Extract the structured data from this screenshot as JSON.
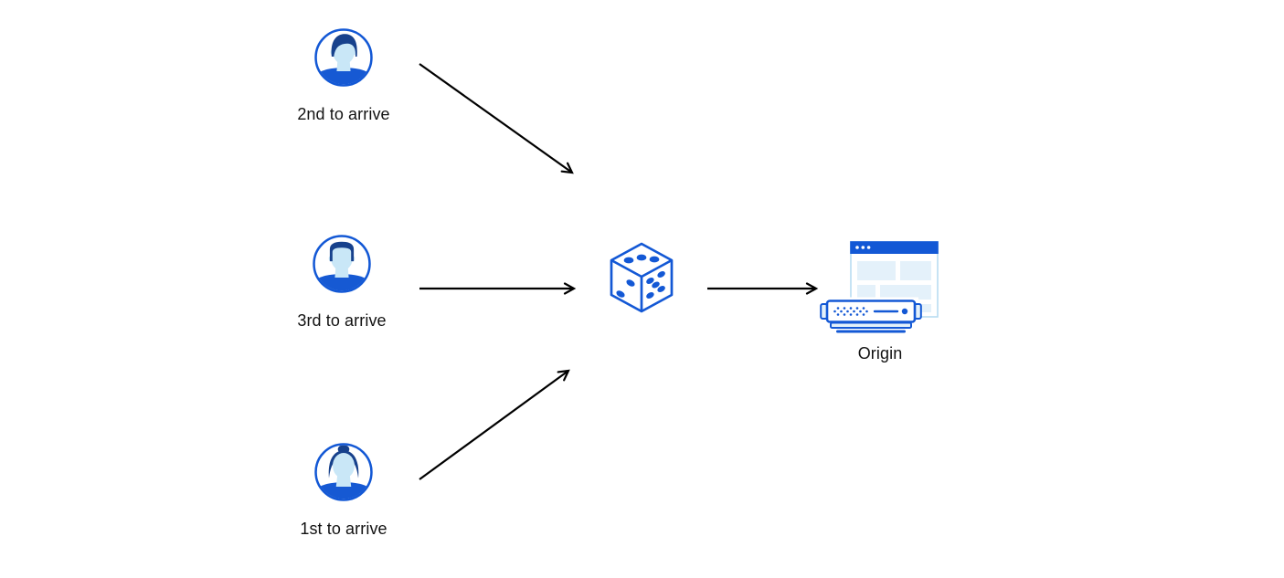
{
  "diagram": {
    "clients": [
      {
        "label": "2nd to arrive",
        "avatar": "man-side-swept-hair-avatar"
      },
      {
        "label": "3rd to arrive",
        "avatar": "man-flat-top-hair-avatar"
      },
      {
        "label": "1st to arrive",
        "avatar": "woman-bun-hair-avatar"
      }
    ],
    "selector": {
      "icon": "dice-icon",
      "meaning": "random selection"
    },
    "origin": {
      "label": "Origin",
      "icon": "browser-window-and-server-icon"
    },
    "arrows": [
      "2nd-client-to-dice",
      "3rd-client-to-dice",
      "1st-client-to-dice",
      "dice-to-origin"
    ]
  },
  "colors": {
    "primary_blue": "#1358d5",
    "dark_navy_hair": "#17418c",
    "shirt_blue": "#1659d3",
    "skin_light_blue": "#c9e7f7",
    "pale_blue_fill": "#e4f1fa",
    "browser_border_blue": "#b8dcf2",
    "arrow_black": "#000000",
    "label_text": "#121212",
    "background": "#ffffff"
  }
}
